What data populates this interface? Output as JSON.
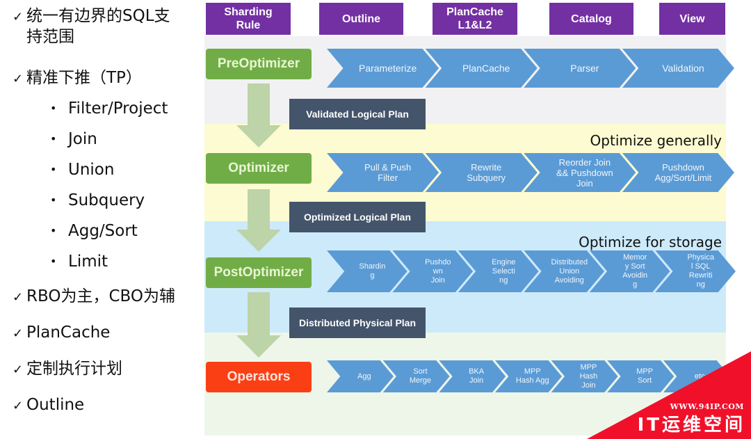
{
  "features": [
    {
      "type": "check",
      "icon": "check-icon",
      "text": "统一有边界的SQL支",
      "text2": "持范围"
    },
    {
      "type": "check",
      "icon": "check-icon",
      "text": "精准下推（TP）"
    },
    {
      "type": "bullet",
      "text": "Filter/Project"
    },
    {
      "type": "bullet",
      "text": "Join"
    },
    {
      "type": "bullet",
      "text": "Union"
    },
    {
      "type": "bullet",
      "text": "Subquery"
    },
    {
      "type": "bullet",
      "text": "Agg/Sort"
    },
    {
      "type": "bullet",
      "text": "Limit"
    },
    {
      "type": "check",
      "icon": "check-icon",
      "text": "RBO为主，CBO为辅"
    },
    {
      "type": "check",
      "icon": "check-icon",
      "text": "PlanCache"
    },
    {
      "type": "check",
      "icon": "check-icon",
      "text": "定制执行计划"
    },
    {
      "type": "check",
      "icon": "check-icon",
      "text": "Outline"
    }
  ],
  "glyphs": {
    "check": "✓",
    "bullet": "•"
  },
  "metadata_boxes": [
    {
      "label": "Sharding\nRule"
    },
    {
      "label": "Outline"
    },
    {
      "label": "PlanCache\nL1&L2"
    },
    {
      "label": "Catalog"
    },
    {
      "label": "View"
    }
  ],
  "stages": [
    {
      "name": "PreOptimizer",
      "color": "#70ad47",
      "steps": [
        "Parameterize",
        "PlanCache",
        "Parser",
        "Validation"
      ]
    },
    {
      "name": "Optimizer",
      "color": "#70ad47",
      "section_label": "Optimize generally",
      "steps": [
        "Pull & Push\nFilter",
        "Rewrite\nSubquery",
        "Reorder Join\n&& Pushdown\nJoin",
        "Pushdown\nAgg/Sort/Limit"
      ]
    },
    {
      "name": "PostOptimizer",
      "color": "#70ad47",
      "section_label": "Optimize for storage",
      "steps": [
        "Shardin\ng",
        "Pushdo\nwn\nJoin",
        "Engine\nSelecti\nng",
        "Distributed\nUnion\nAvoiding",
        "Memor\ny Sort\nAvoidin\ng",
        "Physica\nl SQL\nRewriti\nng"
      ]
    },
    {
      "name": "Operators",
      "color": "#fb3f15",
      "steps": [
        "Agg",
        "Sort\nMerge",
        "BKA\nJoin",
        "MPP\nHash Agg",
        "MPP\nHash\nJoin",
        "MPP\nSort",
        "etc."
      ]
    }
  ],
  "plans": [
    "Validated Logical Plan",
    "Optimized Logical Plan",
    "Distributed Physical Plan"
  ],
  "watermark": {
    "url": "WWW.94IP.COM",
    "name": "IT运维空间"
  }
}
